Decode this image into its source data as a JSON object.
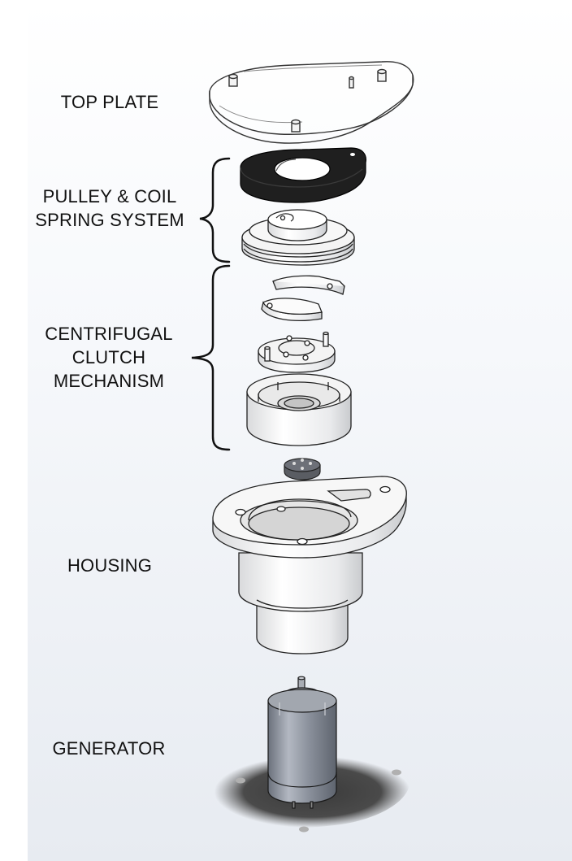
{
  "labels": {
    "top_plate": "TOP PLATE",
    "pulley_line1": "PULLEY & COIL",
    "pulley_line2": "SPRING SYSTEM",
    "clutch_line1": "CENTRIFUGAL",
    "clutch_line2": "CLUTCH",
    "clutch_line3": "MECHANISM",
    "housing": "HOUSING",
    "generator": "GENERATOR"
  },
  "components": [
    {
      "id": "top-plate",
      "icon": "transparent-plate"
    },
    {
      "id": "coil-spring-cover",
      "icon": "black-plate"
    },
    {
      "id": "pulley",
      "icon": "pulley-wheel"
    },
    {
      "id": "clutch-shoes",
      "icon": "arc-shoes"
    },
    {
      "id": "clutch-hub",
      "icon": "hub-disc"
    },
    {
      "id": "clutch-drum",
      "icon": "drum-cup"
    },
    {
      "id": "coupler",
      "icon": "coupler-disc"
    },
    {
      "id": "housing",
      "icon": "stepped-housing"
    },
    {
      "id": "generator",
      "icon": "dc-motor"
    }
  ],
  "colors": {
    "part_fill": "#f4f4f4",
    "part_edge": "#222222",
    "black_part": "#1f1f1f",
    "motor_body": "#7d838e",
    "shadow": "#4a4a4a"
  }
}
